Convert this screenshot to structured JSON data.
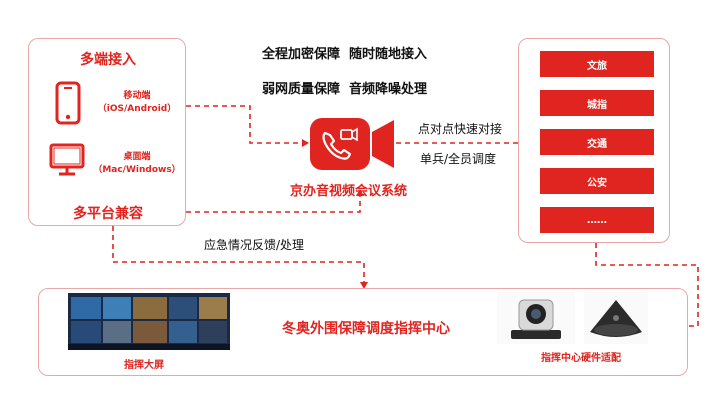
{
  "left_panel": {
    "title": "多端接入",
    "mobile": {
      "label": "移动端",
      "sublabel": "（iOS/Android）"
    },
    "desktop": {
      "label": "桌面端",
      "sublabel": "（Mac/Windows）"
    },
    "footer": "多平台兼容"
  },
  "features": {
    "line1": "全程加密保障  随时随地接入",
    "line2": "弱网质量保障  音频降噪处理"
  },
  "center": {
    "system_name": "京办音视频会议系统"
  },
  "right_flow": {
    "label1": "点对点快速对接",
    "label2": "单兵/全员调度"
  },
  "categories": [
    "文旅",
    "城指",
    "交通",
    "公安",
    "……"
  ],
  "bottom_flow": {
    "label": "应急情况反馈/处理"
  },
  "bottom_panel": {
    "center_title": "冬奥外围保障调度指挥中心",
    "screen_caption": "指挥大屏",
    "hardware_caption": "指挥中心硬件适配"
  },
  "colors": {
    "accent": "#e0241f",
    "border": "#e9a7a7"
  }
}
